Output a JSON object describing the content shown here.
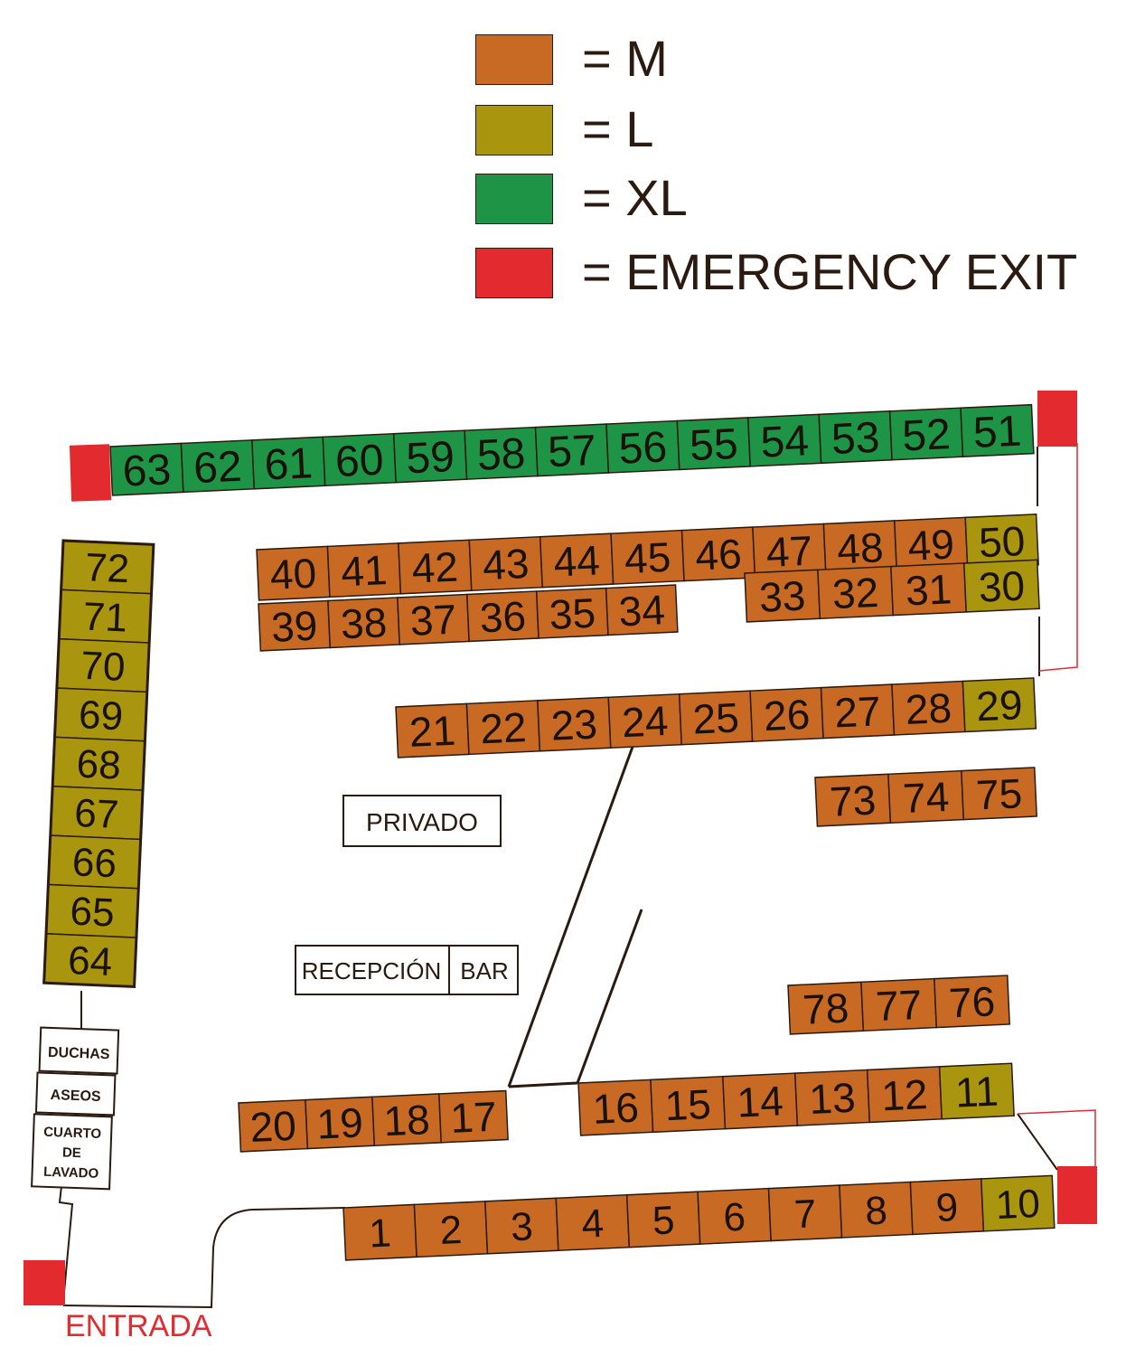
{
  "colors": {
    "M": "#C86A24",
    "L": "#A9950E",
    "XL": "#1E9447",
    "exit": "#E32A2E",
    "line": "#2a1a10",
    "accent_red": "#E32A2E"
  },
  "legend": [
    {
      "key": "M",
      "label": "= M"
    },
    {
      "key": "L",
      "label": "= L"
    },
    {
      "key": "XL",
      "label": "= XL"
    },
    {
      "key": "exit",
      "label": "= EMERGENCY EXIT"
    }
  ],
  "rows": [
    {
      "id": "row-xl-top",
      "size": "XL",
      "cells": [
        "63",
        "62",
        "61",
        "60",
        "59",
        "58",
        "57",
        "56",
        "55",
        "54",
        "53",
        "52",
        "51"
      ]
    },
    {
      "id": "row-40-49",
      "cells": [
        {
          "label": "40",
          "size": "M"
        },
        {
          "label": "41",
          "size": "M"
        },
        {
          "label": "42",
          "size": "M"
        },
        {
          "label": "43",
          "size": "M"
        },
        {
          "label": "44",
          "size": "M"
        },
        {
          "label": "45",
          "size": "M"
        },
        {
          "label": "46",
          "size": "M"
        },
        {
          "label": "47",
          "size": "M"
        },
        {
          "label": "48",
          "size": "M"
        },
        {
          "label": "49",
          "size": "M"
        },
        {
          "label": "50",
          "size": "L"
        }
      ]
    },
    {
      "id": "row-39-34",
      "cells": [
        {
          "label": "39",
          "size": "M"
        },
        {
          "label": "38",
          "size": "M"
        },
        {
          "label": "37",
          "size": "M"
        },
        {
          "label": "36",
          "size": "M"
        },
        {
          "label": "35",
          "size": "M"
        },
        {
          "label": "34",
          "size": "M"
        }
      ]
    },
    {
      "id": "row-33-30",
      "cells": [
        {
          "label": "33",
          "size": "M"
        },
        {
          "label": "32",
          "size": "M"
        },
        {
          "label": "31",
          "size": "M"
        },
        {
          "label": "30",
          "size": "L"
        }
      ]
    },
    {
      "id": "row-21-29",
      "cells": [
        {
          "label": "21",
          "size": "M"
        },
        {
          "label": "22",
          "size": "M"
        },
        {
          "label": "23",
          "size": "M"
        },
        {
          "label": "24",
          "size": "M"
        },
        {
          "label": "25",
          "size": "M"
        },
        {
          "label": "26",
          "size": "M"
        },
        {
          "label": "27",
          "size": "M"
        },
        {
          "label": "28",
          "size": "M"
        },
        {
          "label": "29",
          "size": "L"
        }
      ]
    },
    {
      "id": "row-73-75",
      "cells": [
        {
          "label": "73",
          "size": "M"
        },
        {
          "label": "74",
          "size": "M"
        },
        {
          "label": "75",
          "size": "M"
        }
      ]
    },
    {
      "id": "row-78-76",
      "cells": [
        {
          "label": "78",
          "size": "M"
        },
        {
          "label": "77",
          "size": "M"
        },
        {
          "label": "76",
          "size": "M"
        }
      ]
    },
    {
      "id": "row-20-17",
      "cells": [
        {
          "label": "20",
          "size": "M"
        },
        {
          "label": "19",
          "size": "M"
        },
        {
          "label": "18",
          "size": "M"
        },
        {
          "label": "17",
          "size": "M"
        }
      ]
    },
    {
      "id": "row-16-11",
      "cells": [
        {
          "label": "16",
          "size": "M"
        },
        {
          "label": "15",
          "size": "M"
        },
        {
          "label": "14",
          "size": "M"
        },
        {
          "label": "13",
          "size": "M"
        },
        {
          "label": "12",
          "size": "M"
        },
        {
          "label": "11",
          "size": "L"
        }
      ]
    },
    {
      "id": "row-1-10",
      "cells": [
        {
          "label": "1",
          "size": "M"
        },
        {
          "label": "2",
          "size": "M"
        },
        {
          "label": "3",
          "size": "M"
        },
        {
          "label": "4",
          "size": "M"
        },
        {
          "label": "5",
          "size": "M"
        },
        {
          "label": "6",
          "size": "M"
        },
        {
          "label": "7",
          "size": "M"
        },
        {
          "label": "8",
          "size": "M"
        },
        {
          "label": "9",
          "size": "M"
        },
        {
          "label": "10",
          "size": "L"
        }
      ]
    },
    {
      "id": "column-72-64",
      "size": "L",
      "cells": [
        "72",
        "71",
        "70",
        "69",
        "68",
        "67",
        "66",
        "65",
        "64"
      ]
    }
  ],
  "facilities": {
    "privado": "PRIVADO",
    "recepcion": "RECEPCIÓN",
    "bar": "BAR",
    "duchas": "DUCHAS",
    "aseos": "ASEOS",
    "lavado": [
      "CUARTO",
      "DE",
      "LAVADO"
    ]
  },
  "entrance": "ENTRADA"
}
